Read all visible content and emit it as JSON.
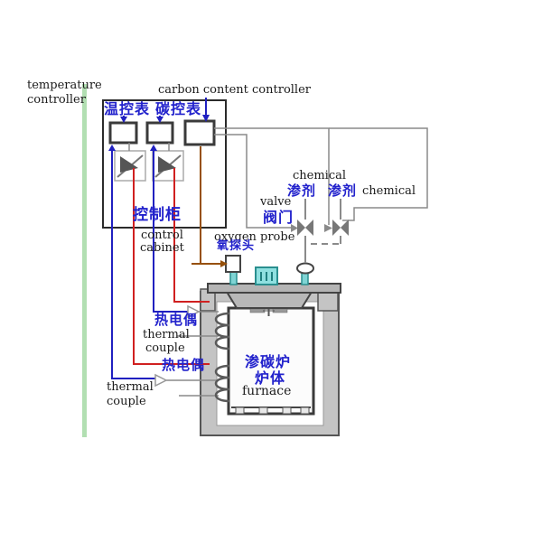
{
  "header": {
    "temperature_controller_line1": "temperature",
    "temperature_controller_line2": "controller",
    "carbon_content_controller": "carbon content controller"
  },
  "cabinet": {
    "meter_temp_cn": "温控表",
    "meter_carbon_cn": "碳控表",
    "name_cn": "控制柜",
    "name_en_line1": "control",
    "name_en_line2": "cabinet"
  },
  "probe": {
    "en": "oxygen probe",
    "cn": "氧探头"
  },
  "chemicals": {
    "top_en": "chemical",
    "left_cn": "渗剂",
    "right_cn": "渗剂",
    "right_en": "chemical"
  },
  "valve": {
    "en": "valve",
    "cn": "阀门"
  },
  "thermocouples": {
    "upper_cn": "热电偶",
    "upper_en_line1": "thermal",
    "upper_en_line2": "couple",
    "lower_cn": "热电偶",
    "lower_en_line1": "thermal",
    "lower_en_line2": "couple"
  },
  "furnace": {
    "cn_line1": "渗碳炉",
    "cn_line2": "炉体",
    "en": "furnace"
  },
  "colors": {
    "wire_blue": "#2020c0",
    "wire_red": "#d02020",
    "wire_brown": "#96500a",
    "wire_gray": "#8a8a8a",
    "accent_green": "#b2dfb2",
    "teal": "#7fd4d4",
    "label_blue": "#2222cc"
  }
}
